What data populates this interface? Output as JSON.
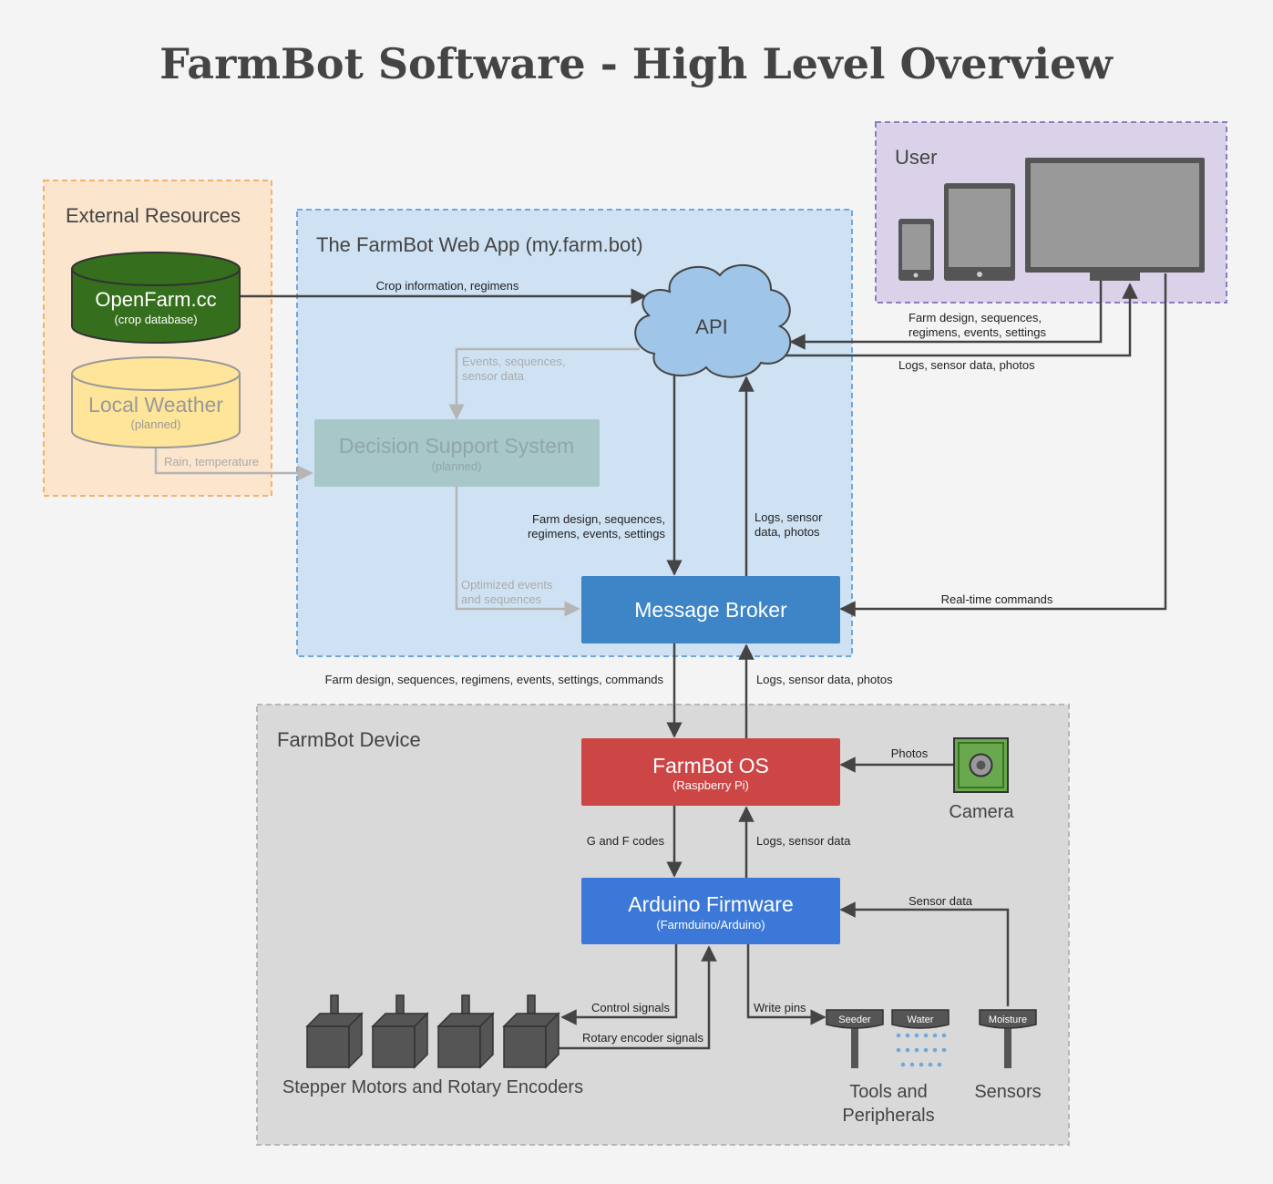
{
  "title": "FarmBot Software - High Level Overview",
  "groups": {
    "external": "External Resources",
    "webapp": "The FarmBot Web App (my.farm.bot)",
    "user": "User",
    "device": "FarmBot Device"
  },
  "nodes": {
    "openfarm": {
      "name": "OpenFarm.cc",
      "sub": "(crop database)"
    },
    "weather": {
      "name": "Local Weather",
      "sub": "(planned)"
    },
    "api": {
      "name": "API"
    },
    "dss": {
      "name": "Decision Support System",
      "sub": "(planned)"
    },
    "broker": {
      "name": "Message Broker"
    },
    "os": {
      "name": "FarmBot OS",
      "sub": "(Raspberry Pi)"
    },
    "arduino": {
      "name": "Arduino Firmware",
      "sub": "(Farmduino/Arduino)"
    },
    "camera": {
      "name": "Camera"
    },
    "motors": {
      "name": "Stepper Motors and Rotary Encoders"
    },
    "tools": {
      "line1": "Tools and",
      "line2": "Peripherals",
      "seeder": "Seeder",
      "water": "Water"
    },
    "sensors": {
      "name": "Sensors",
      "moisture": "Moisture"
    }
  },
  "edges": {
    "crop": "Crop information, regimens",
    "events1": "Events, sequences,",
    "events2": "sensor data",
    "rain": "Rain, temperature",
    "optimized1": "Optimized events",
    "optimized2": "and sequences",
    "api_down1": "Farm design, sequences,",
    "api_down2": "regimens, events, settings",
    "api_up1": "Logs, sensor",
    "api_up2": "data, photos",
    "user_in1": "Farm design, sequences,",
    "user_in2": "regimens, events, settings",
    "user_out": "Logs, sensor data, photos",
    "realtime": "Real-time commands",
    "broker_down": "Farm design, sequences, regimens, events, settings, commands",
    "broker_up": "Logs, sensor data, photos",
    "photos": "Photos",
    "gcodes": "G and F codes",
    "os_up": "Logs, sensor data",
    "sensor_data": "Sensor data",
    "control": "Control signals",
    "rotary": "Rotary encoder signals",
    "write": "Write pins"
  },
  "colors": {
    "openfarm": "#356e1c",
    "weather": "#ffe599",
    "api": "#9fc5e8",
    "dss": "#a7c7c8",
    "broker": "#3d85c6",
    "os": "#cc4646",
    "arduino": "#3c78d8",
    "camera": "#6aa84f",
    "external_bg": "#fce5cd",
    "webapp_bg": "#cfe2f3",
    "user_bg": "#d9d2e9",
    "device_bg": "#d9d9d9"
  }
}
